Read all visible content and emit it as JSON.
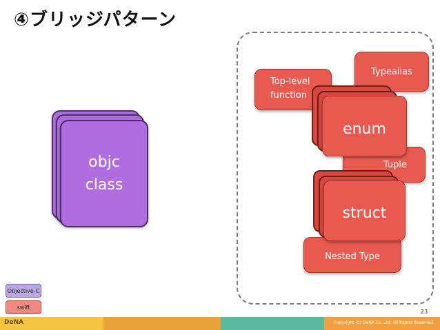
{
  "title": "④ブリッジパターン",
  "objc_box": {
    "line1": "objc",
    "line2": "class"
  },
  "swift_items": {
    "typealias": "Typealias",
    "toplevel": "Top-level\nfunction",
    "enum": "enum",
    "tuple": "Tuple",
    "struct": "struct",
    "nested_type": "Nested Type"
  },
  "legend": {
    "objc": "Objective-C",
    "swift": "swift"
  },
  "page_number": "23",
  "footer": {
    "logo": "DeNA",
    "copyright": "Copyright (C) DeNA Co.,Ltd. All Rights Reserved."
  },
  "colors": {
    "objc": "#b06ddf",
    "swift": "#e85a50",
    "legend_objc": "#b9a8e0",
    "legend_swift": "#f08a80",
    "footer": [
      "#f4c542",
      "#e8a23a",
      "#5cb9a0",
      "#f4c542",
      "#f0a040"
    ]
  }
}
